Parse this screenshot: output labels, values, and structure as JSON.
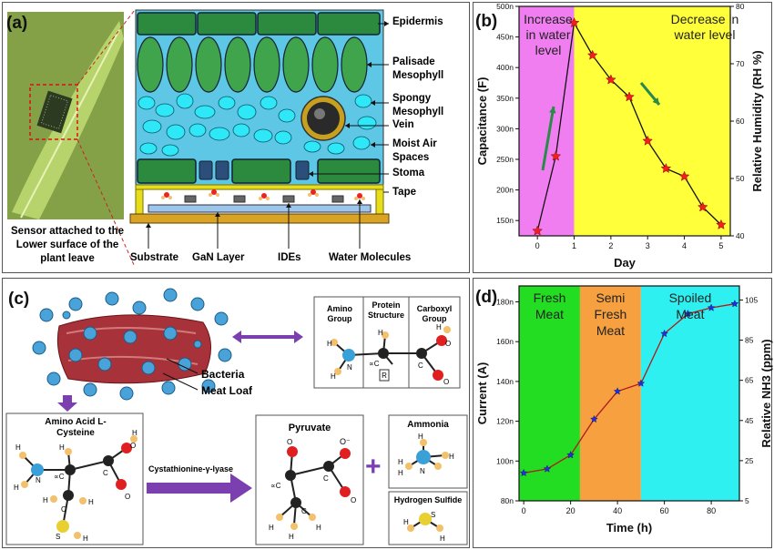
{
  "panel_a": {
    "tag": "(a)",
    "photo_caption": "Sensor attached to the Lower surface of the plant leave",
    "layer_labels": [
      "Epidermis",
      "Palisade Mesophyll",
      "Spongy Mesophyll",
      "Vein",
      "Moist Air Spaces",
      "Stoma",
      "Tape"
    ],
    "bottom_labels": [
      "Substrate",
      "GaN Layer",
      "IDEs",
      "Water Molecules"
    ]
  },
  "panel_b": {
    "tag": "(b)",
    "region_left": "Increase in water level",
    "region_right": "Decrease in water level"
  },
  "panel_c": {
    "tag": "(c)",
    "bacteria_label": "Bacteria",
    "meat_label": "Meat Loaf",
    "protein_headers": [
      "Amino Group",
      "Protein Structure",
      "Carboxyl Group"
    ],
    "amino_acid_title": "Amino Acid L-Cysteine",
    "enzyme": "Cystathionine-γ-lyase",
    "pyruvate": "Pyruvate",
    "ammonia": "Ammonia",
    "h2s": "Hydrogen Sulfide",
    "plus": "+"
  },
  "panel_d": {
    "tag": "(d)",
    "regions": [
      "Fresh Meat",
      "Semi Fresh Meat",
      "Spoiled Meat"
    ]
  },
  "colors": {
    "magenta": "#f07ef0",
    "yellow": "#ffff3a",
    "green": "#22dd22",
    "orange": "#f7a040",
    "cyan": "#2ef0f0",
    "purple": "#7b3fb0",
    "red_marker": "#ee2020",
    "blue_marker": "#2030e0"
  },
  "chart_data": [
    {
      "type": "line",
      "panel": "b",
      "xlabel": "Day",
      "ylabel": "Capacitance (F)",
      "ylabel_right": "Relative Humidity (RH %)",
      "x_ticks": [
        "0",
        "1",
        "2",
        "3",
        "4",
        "5"
      ],
      "y_ticks": [
        "150n",
        "200n",
        "250n",
        "300n",
        "350n",
        "400n",
        "450n",
        "500n"
      ],
      "y2_ticks": [
        "40",
        "50",
        "60",
        "70",
        "80"
      ],
      "xlim": [
        -0.5,
        5.25
      ],
      "ylim": [
        125,
        500
      ],
      "y2lim": [
        40,
        80
      ],
      "x": [
        0,
        0.5,
        1,
        1.5,
        2,
        2.5,
        3,
        3.5,
        4,
        4.5,
        5
      ],
      "y": [
        133,
        255,
        473,
        420,
        380,
        352,
        280,
        235,
        222,
        172,
        143
      ]
    },
    {
      "type": "line",
      "panel": "d",
      "xlabel": "Time (h)",
      "ylabel": "Current (A)",
      "ylabel_right": "Relative NH3 (ppm)",
      "x_ticks": [
        "0",
        "20",
        "40",
        "60",
        "80"
      ],
      "y_ticks": [
        "80n",
        "100n",
        "120n",
        "140n",
        "160n",
        "180n"
      ],
      "y2_ticks": [
        "5",
        "25",
        "45",
        "65",
        "85",
        "105"
      ],
      "xlim": [
        -2,
        92
      ],
      "ylim": [
        80,
        188
      ],
      "y2lim": [
        5,
        112
      ],
      "x": [
        0,
        10,
        20,
        30,
        40,
        50,
        60,
        70,
        80,
        90
      ],
      "y": [
        94,
        96,
        103,
        121,
        135,
        139,
        164,
        174,
        177,
        179
      ]
    }
  ]
}
